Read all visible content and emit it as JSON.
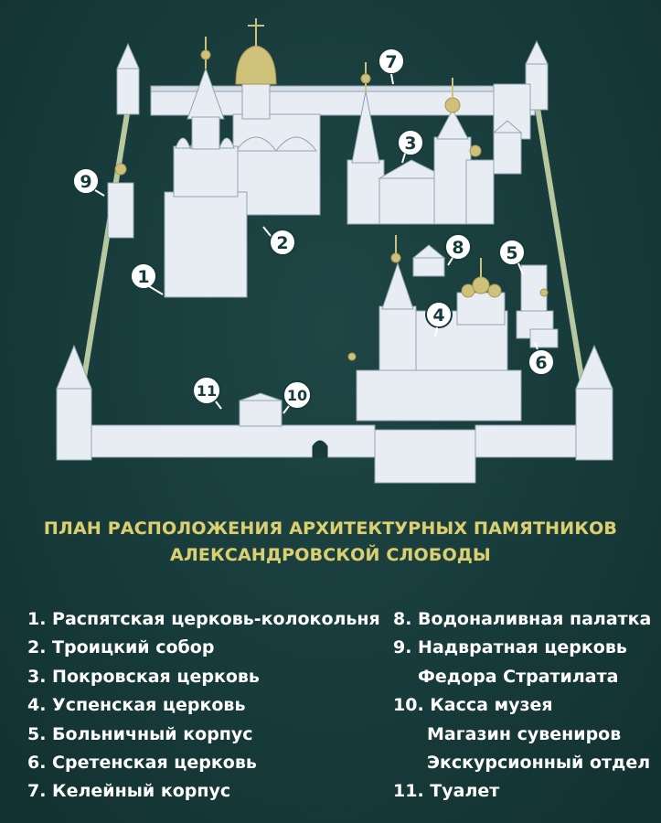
{
  "title_line1": "ПЛАН РАСПОЛОЖЕНИЯ АРХИТЕКТУРНЫХ ПАМЯТНИКОВ",
  "title_line2": "АЛЕКСАНДРОВСКОЙ СЛОБОДЫ",
  "markers": [
    "1",
    "2",
    "3",
    "4",
    "5",
    "6",
    "7",
    "8",
    "9",
    "10",
    "11"
  ],
  "legend_left": [
    "1. Распятская церковь-колокольня",
    "2. Троицкий собор",
    "3. Покровская церковь",
    "4. Успенская церковь",
    "5. Больничный корпус",
    "6. Сретенская церковь",
    "7. Келейный корпус"
  ],
  "legend_right": [
    "8. Водоналивная палатка",
    "9. Надвратная церковь",
    "Федора Стратилата",
    "10. Касса музея",
    "Магазин сувениров",
    "Экскурсионный отдел",
    "11. Туалет"
  ],
  "colors": {
    "background": "#173b3a",
    "building": "#e8edf3",
    "wall_line": "#b7c8a0",
    "dome_gold": "#cfc07a",
    "title": "#d9cf73",
    "text": "#ffffff"
  }
}
